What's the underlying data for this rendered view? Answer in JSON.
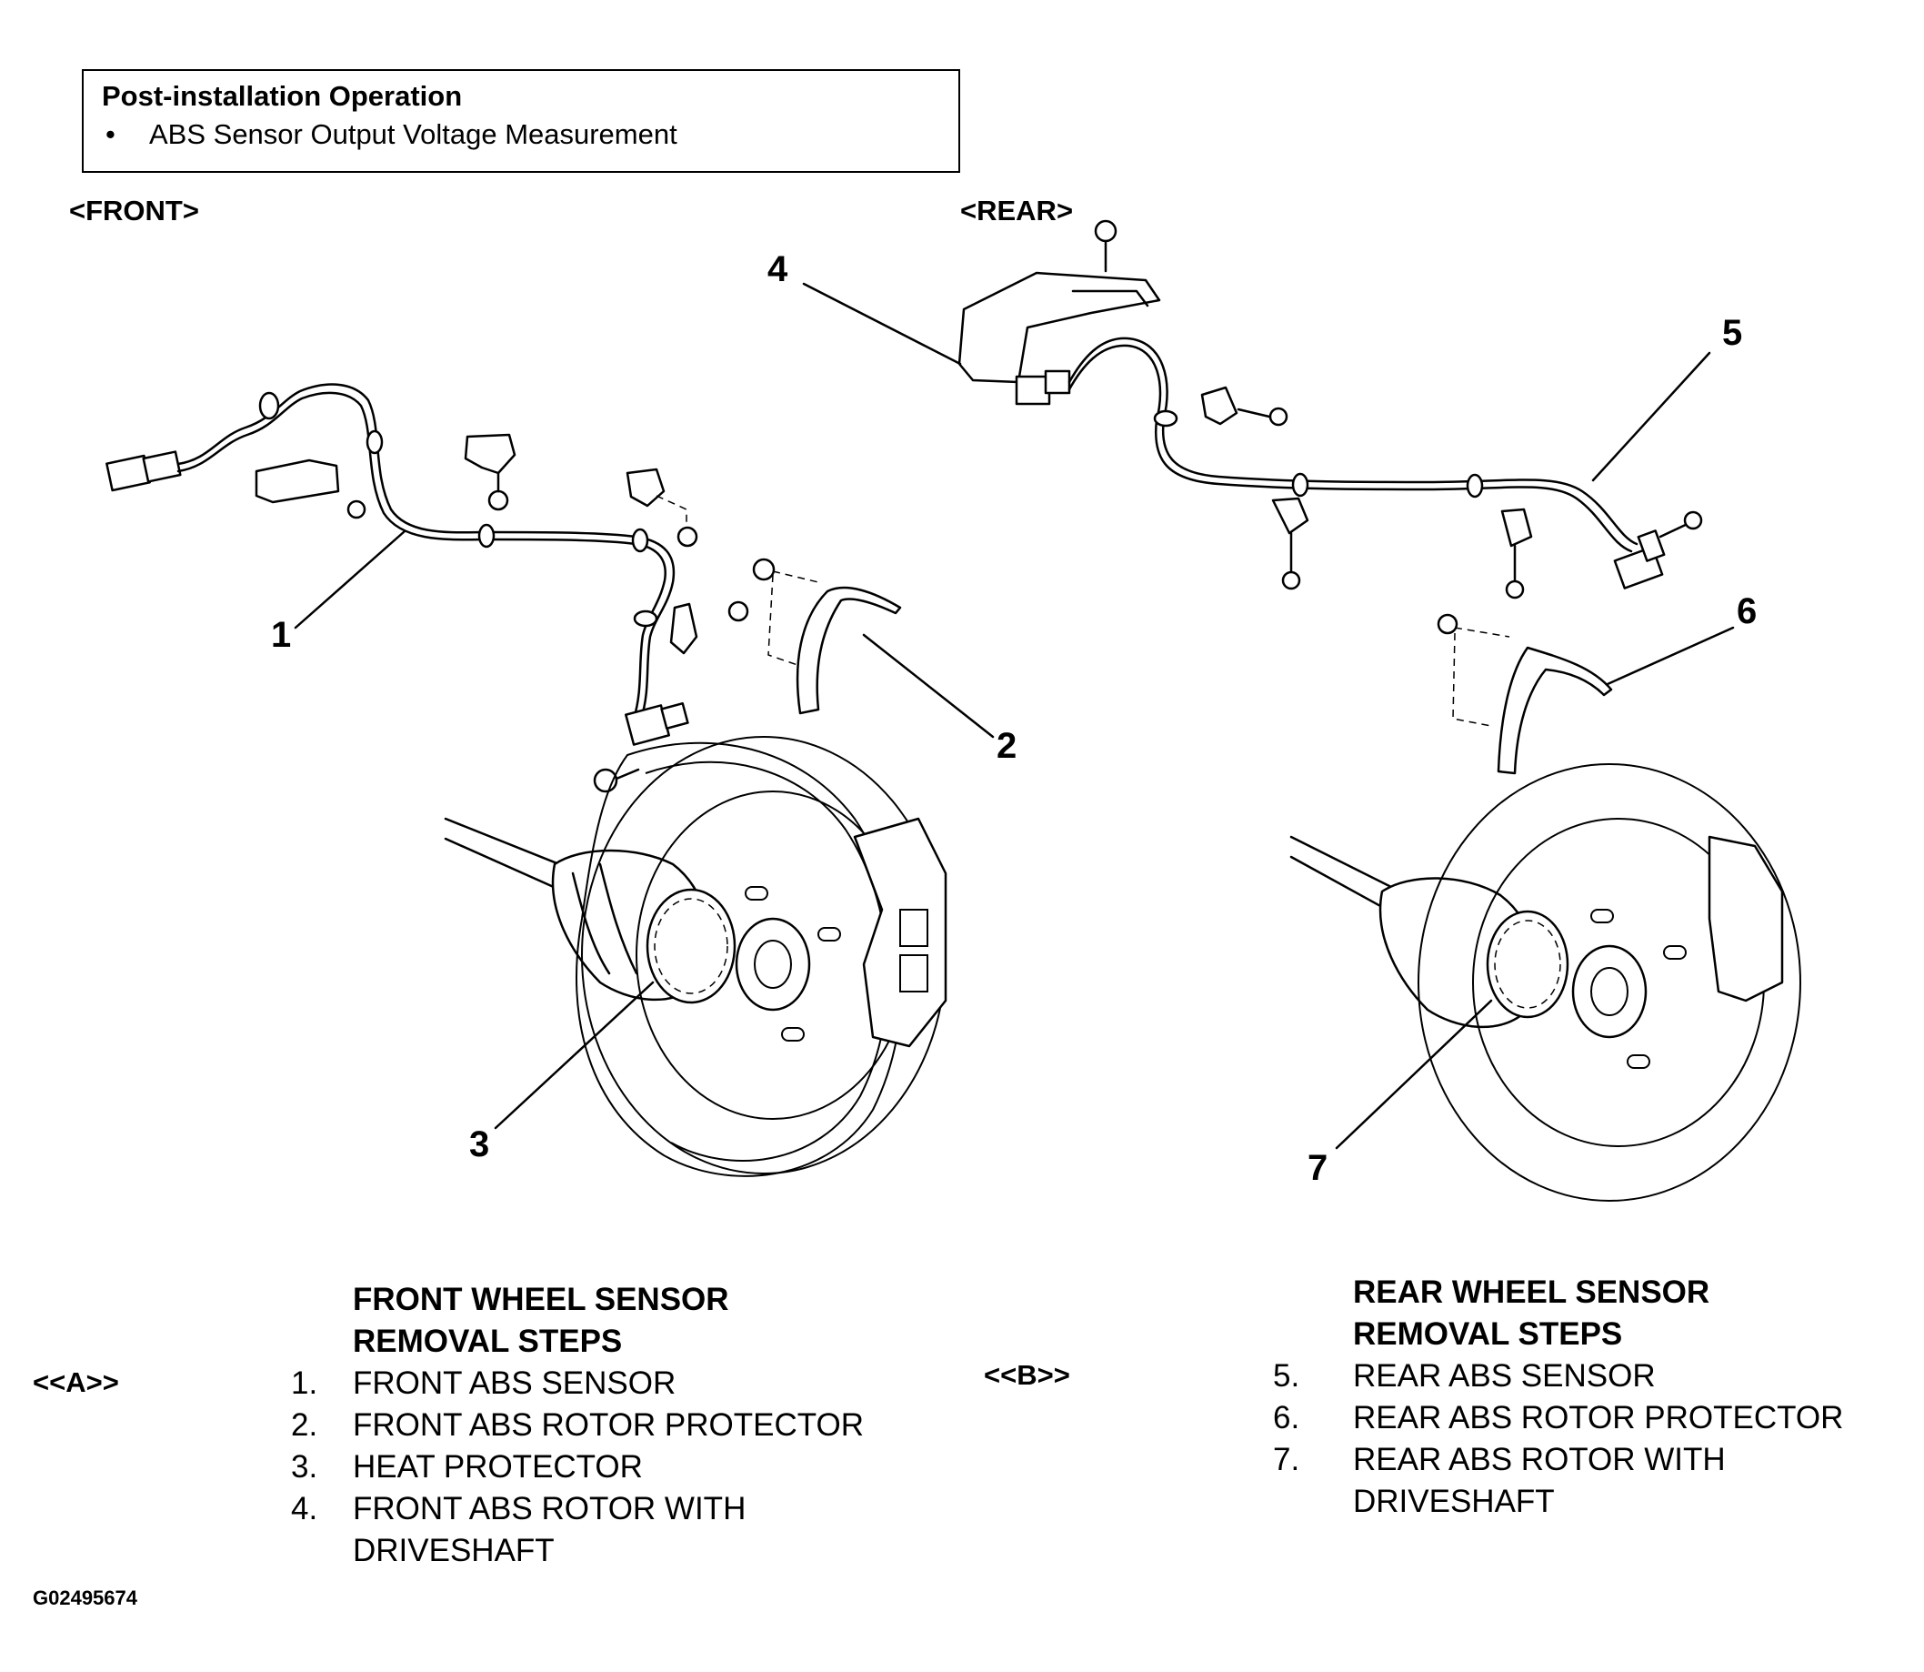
{
  "post_installation": {
    "title": "Post-installation Operation",
    "items": [
      "ABS Sensor Output Voltage Measurement"
    ]
  },
  "views": {
    "front_label": "<FRONT>",
    "rear_label": "<REAR>"
  },
  "callouts": [
    "1",
    "2",
    "3",
    "4",
    "5",
    "6",
    "7"
  ],
  "front_steps": {
    "title_line1": "FRONT WHEEL SENSOR",
    "title_line2": "REMOVAL STEPS",
    "mark": "<<A>>",
    "items": [
      {
        "num": "1.",
        "text": "FRONT ABS SENSOR"
      },
      {
        "num": "2.",
        "text": "FRONT ABS ROTOR PROTECTOR"
      },
      {
        "num": "3.",
        "text": "HEAT PROTECTOR"
      },
      {
        "num": "4.",
        "text": "FRONT ABS ROTOR WITH"
      },
      {
        "num": "",
        "text": "DRIVESHAFT"
      }
    ]
  },
  "rear_steps": {
    "title_line1": "REAR WHEEL SENSOR",
    "title_line2": "REMOVAL STEPS",
    "mark": "<<B>>",
    "items": [
      {
        "num": "5.",
        "text": "REAR ABS SENSOR"
      },
      {
        "num": "6.",
        "text": "REAR ABS ROTOR PROTECTOR"
      },
      {
        "num": "7.",
        "text": "REAR ABS ROTOR WITH"
      },
      {
        "num": "",
        "text": "DRIVESHAFT"
      }
    ]
  },
  "figure_id": "G02495674"
}
